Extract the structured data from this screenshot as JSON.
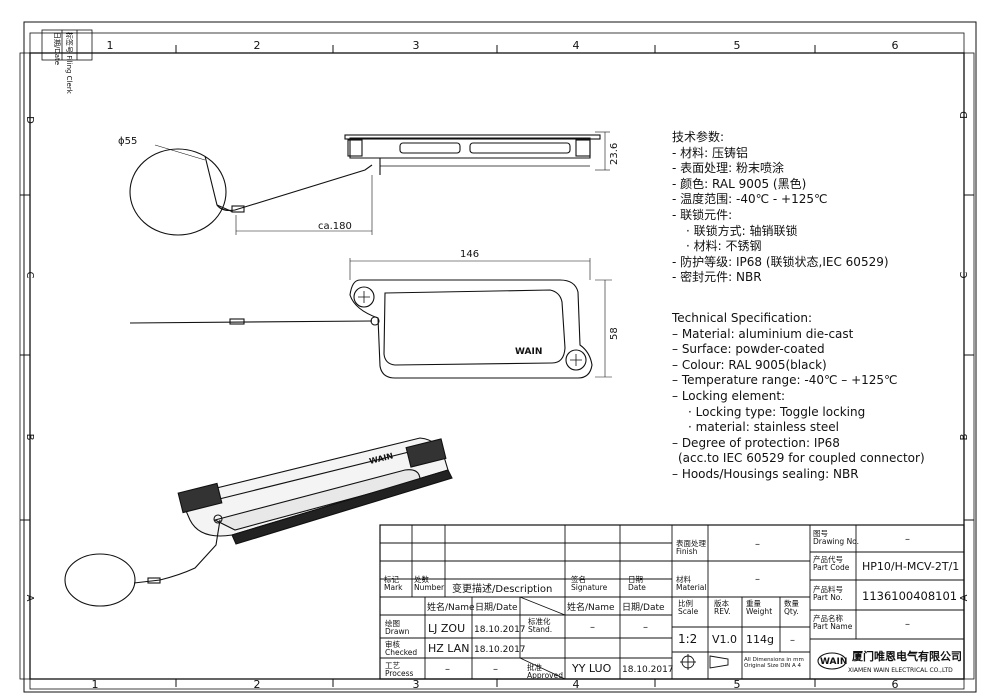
{
  "frame": {
    "col_numbers": [
      "1",
      "2",
      "3",
      "4",
      "5",
      "6"
    ],
    "row_letters": [
      "D",
      "C",
      "B",
      "A"
    ],
    "side_labels": [
      "日期/Date",
      "标签号 Filing Clerk"
    ]
  },
  "dims": {
    "ring_diameter": "ϕ55",
    "lanyard_length": "ca.180",
    "height": "23.6",
    "length": "146",
    "width": "58",
    "brand_mark": "WAIN"
  },
  "spec_cn": {
    "title": "技术参数:",
    "lines": [
      "- 材料: 压铸铝",
      "- 表面处理: 粉末喷涂",
      "- 颜色: RAL 9005 (黑色)",
      "- 温度范围: -40℃ - +125℃",
      "- 联锁元件:",
      "  · 联锁方式: 轴销联锁",
      "  · 材料: 不锈钢",
      "- 防护等级: IP68 (联锁状态,IEC 60529)",
      "- 密封元件: NBR"
    ]
  },
  "spec_en": {
    "title": "Technical Specification:",
    "lines": [
      "– Material: aluminium die-cast",
      "– Surface: powder-coated",
      "– Colour: RAL 9005(black)",
      "– Temperature range: -40℃ – +125℃",
      "– Locking element:",
      "   · Locking type: Toggle locking",
      "   · material: stainless steel",
      "– Degree of protection: IP68",
      "  (acc.to IEC 60529 for coupled connector)",
      "– Hoods/Housings sealing: NBR"
    ]
  },
  "title_block": {
    "mark_label": "标记\nMark",
    "number_label": "处数\nNumber",
    "description_label": "变更描述/Description",
    "signature_label": "签名\nSignature",
    "date_label": "日期\nDate",
    "name_col": "姓名/Name",
    "date_col": "日期/Date",
    "stand_label": "标准化\nStand.",
    "approved_label": "批准\nApproved",
    "drawn_label": "绘图\nDrawn",
    "drawn_name": "LJ ZOU",
    "drawn_date": "18.10.2017",
    "checked_label": "审核\nChecked",
    "checked_name": "HZ LAN",
    "checked_date": "18.10.2017",
    "process_label": "工艺\nProcess",
    "process_name": "–",
    "process_date": "–",
    "stand_value": "–",
    "stand_date": "–",
    "approved_name": "YY LUO",
    "approved_date": "18.10.2017",
    "finish_label": "表面处理\nFinish",
    "finish_value": "–",
    "material_label": "材料\nMaterial",
    "material_value": "–",
    "scale_label": "比例\nScale",
    "scale_value": "1:2",
    "rev_label": "版本\nREV.",
    "rev_value": "V1.0",
    "weight_label": "重量\nWeight",
    "weight_value": "114g",
    "qty_label": "数量\nQty.",
    "qty_value": "–",
    "dims_note": "All Dimensions in mm\nOriginal Size DIN A 4",
    "drawing_no_label": "图号\nDrawing No.",
    "drawing_no_value": "–",
    "part_code_label": "产品代号\nPart Code",
    "part_code_value": "HP10/H-MCV-2T/1",
    "part_no_label": "产品料号\nPart No.",
    "part_no_value": "1136100408101",
    "part_name_label": "产品名称\nPart Name",
    "part_name_value": "–",
    "logo_text": "WAIN",
    "company_cn": "厦门唯恩电气有限公司",
    "company_en": "XIAMEN WAIN ELECTRICAL CO.,LTD"
  }
}
